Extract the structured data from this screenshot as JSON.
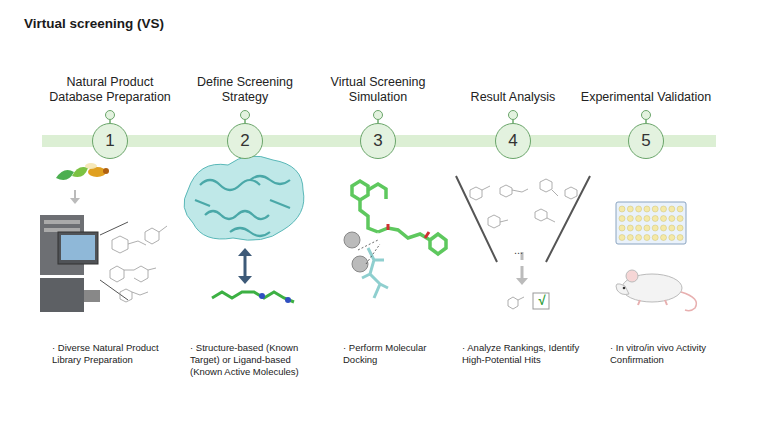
{
  "diagram": {
    "title": "Virtual screening (VS)",
    "nodes": [
      {
        "text": [
          "Natural Product Database Preparation",
          "1"
        ]
      },
      {
        "text": [
          "Define Screening Strategy",
          "2"
        ]
      },
      {
        "text": [
          "Virtual Screening Simulation",
          "3"
        ]
      },
      {
        "text": [
          "Result Analysis",
          "4"
        ]
      },
      {
        "text": [
          "Experimental Validation",
          "5"
        ]
      }
    ],
    "labels": [
      "· Diverse Natural Product Library Preparation",
      "· Structure-based (Known Target) or Ligand-based (Known Active Molecules)",
      "· Perform Molecular Docking",
      "· Analyze Rankings, Identify High-Potential Hits",
      "· In vitro/in vivo Activity Confirmation",
      "...",
      "√"
    ]
  }
}
